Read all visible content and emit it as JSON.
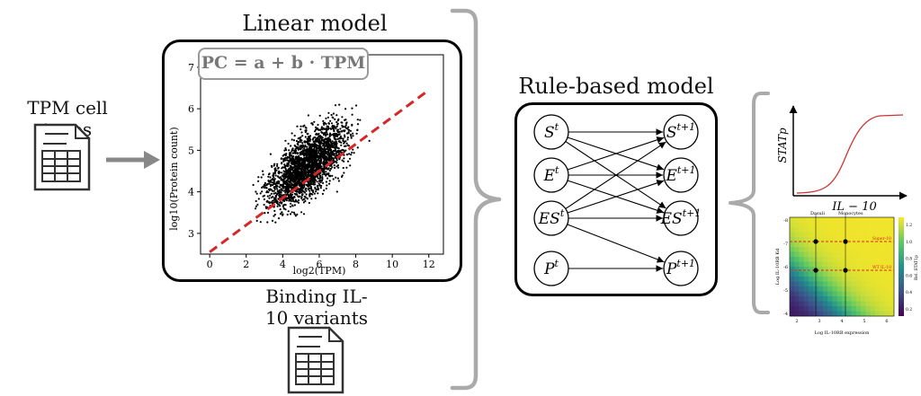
{
  "input": {
    "tpm_label": "TPM cell types",
    "binding_label_line1": "Binding IL-",
    "binding_label_line2": "10 variants"
  },
  "linear_model": {
    "title": "Linear model",
    "formula": "PC = a + b · TPM",
    "chart_data": {
      "type": "scatter",
      "title": "",
      "xlabel": "log2(TPM)",
      "ylabel": "log10(Protein count)",
      "xlim": [
        -0.5,
        12.8
      ],
      "ylim": [
        2.5,
        7.3
      ],
      "xticks": [
        0,
        2,
        4,
        6,
        8,
        10,
        12
      ],
      "yticks": [
        3,
        4,
        5,
        6,
        7
      ],
      "fit_line": {
        "x": [
          0,
          12
        ],
        "y": [
          2.55,
          6.45
        ],
        "color": "#d62728",
        "style": "dashed"
      },
      "points_description_free": true,
      "point_color": "#000000"
    }
  },
  "rule_model": {
    "title": "Rule-based model",
    "left_nodes": [
      {
        "base": "S",
        "sup": "t"
      },
      {
        "base": "E",
        "sup": "t"
      },
      {
        "base": "ES",
        "sup": "t"
      },
      {
        "base": "P",
        "sup": "t"
      }
    ],
    "right_nodes": [
      {
        "base": "S",
        "sup": "t+1"
      },
      {
        "base": "E",
        "sup": "t+1"
      },
      {
        "base": "ES",
        "sup": "t+1"
      },
      {
        "base": "P",
        "sup": "t+1"
      }
    ]
  },
  "output": {
    "sigmoid": {
      "ylabel": "STATp",
      "xlabel": "IL − 10",
      "color": "#cc3333"
    },
    "heatmap": {
      "xlabel": "Log IL-10RB expression",
      "ylabel": "Log IL-10RB Kd",
      "colorbar_label": "Rel. STAT1p",
      "annot_top_left": "Dasuli",
      "annot_top_right": "Monocytes",
      "line1_label": "Super-10",
      "line2_label": "WT IL-10",
      "xticks": [
        "2",
        "3",
        "4",
        "5",
        "6"
      ],
      "yticks": [
        "-8",
        "-7",
        "-6",
        "-5",
        "-4"
      ],
      "cbar_ticks": [
        "1.2",
        "1.0",
        "0.8",
        "0.6",
        "0.4",
        "0.2"
      ]
    }
  }
}
